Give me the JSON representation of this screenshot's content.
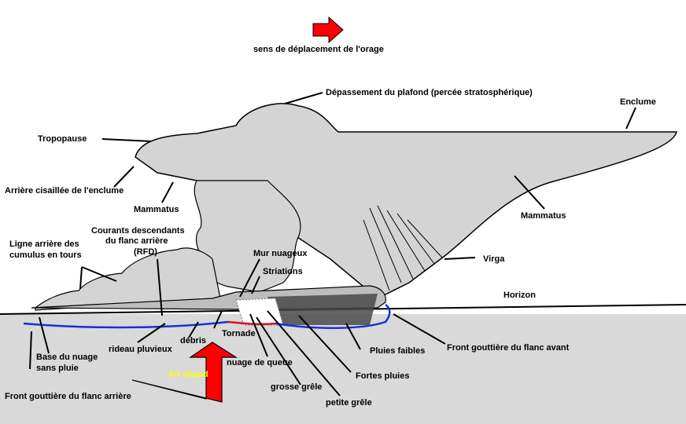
{
  "legend": {
    "direction_text": "sens de déplacement de l'orage",
    "arrow_color": "#ff0000"
  },
  "labels": {
    "overshoot": "Dépassement du plafond (percée stratosphérique)",
    "anvil": "Enclume",
    "tropopause": "Tropopause",
    "anvil_shear": "Arrière cisaillée de l'enclume",
    "mammatus_left": "Mammatus",
    "mammatus_right": "Mammatus",
    "rfd_line1": "Courants descendants",
    "rfd_line2": "du flanc arrière",
    "rfd_line3": "(RFD)",
    "cumulus_line1": "Ligne arrière des",
    "cumulus_line2": "cumulus en tours",
    "wall_cloud": "Mur nuageux",
    "striations": "Striations",
    "virga": "Virga",
    "horizon": "Horizon",
    "tornado": "Tornade",
    "rain_curtain": "rideau pluvieux",
    "debris": "débris",
    "tail_cloud": "nuage de queue",
    "light_rain": "Pluies faibles",
    "forward_gust_front": "Front gouttière du flanc avant",
    "heavy_rain": "Fortes pluies",
    "large_hail": "grosse grêle",
    "small_hail": "petite grêle",
    "base_line1": "Base du nuage",
    "base_line2": "sans pluie",
    "rear_gust_front": "Front gouttière du flanc arrière",
    "warm_air": "Air chaud"
  },
  "colors": {
    "cloud": "#d4d4d4",
    "ground": "#d9d9d9",
    "front_blue": "#1a2fd6",
    "front_red": "#e01010",
    "warm_air": "#ff0000"
  }
}
